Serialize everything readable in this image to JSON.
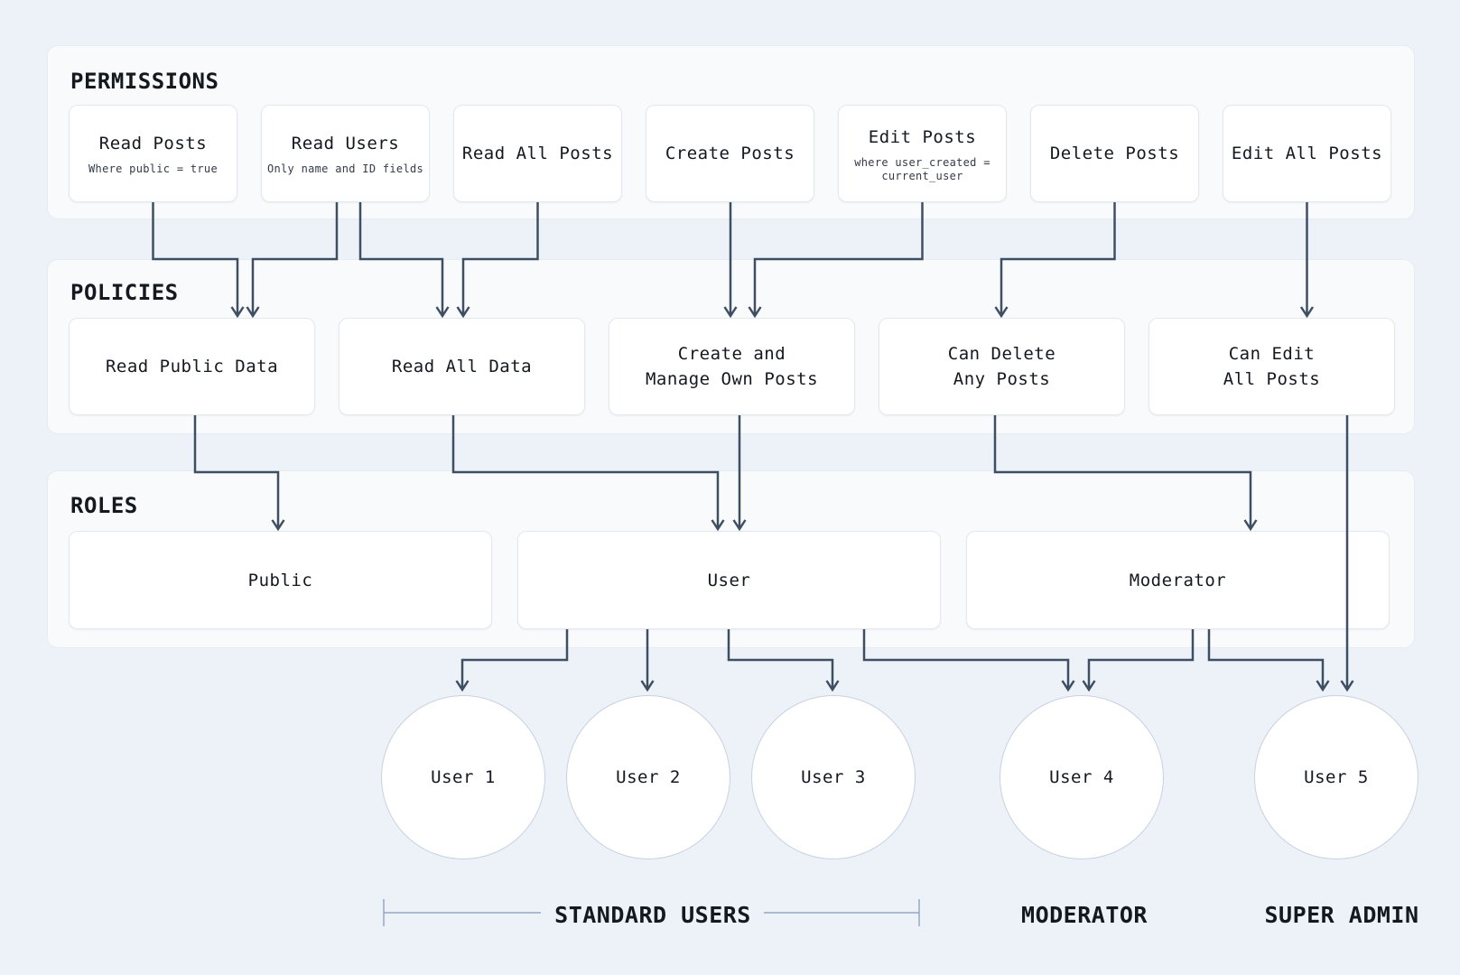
{
  "colors": {
    "background": "#edf2f8",
    "panel": "#f8fafc",
    "panel_border": "#e6ecf3",
    "box": "#ffffff",
    "box_border": "#e3e8f0",
    "circle_border": "#c7d2e2",
    "arrow": "#3f4f63",
    "bracket": "#93a8c4",
    "text": "#14181f",
    "subtext": "#333b47"
  },
  "sections": {
    "permissions": {
      "title": "PERMISSIONS",
      "items": [
        {
          "label": "Read Posts",
          "note": "Where public = true"
        },
        {
          "label": "Read Users",
          "note": "Only name and ID fields"
        },
        {
          "label": "Read All Posts",
          "note": ""
        },
        {
          "label": "Create Posts",
          "note": ""
        },
        {
          "label": "Edit Posts",
          "note": "where user_created =\ncurrent_user"
        },
        {
          "label": "Delete Posts",
          "note": ""
        },
        {
          "label": "Edit All Posts",
          "note": ""
        }
      ]
    },
    "policies": {
      "title": "POLICIES",
      "items": [
        {
          "label": "Read Public Data"
        },
        {
          "label": "Read All Data"
        },
        {
          "label": "Create and\nManage Own Posts"
        },
        {
          "label": "Can Delete\nAny Posts"
        },
        {
          "label": "Can Edit\nAll Posts"
        }
      ]
    },
    "roles": {
      "title": "ROLES",
      "items": [
        {
          "label": "Public"
        },
        {
          "label": "User"
        },
        {
          "label": "Moderator"
        }
      ]
    }
  },
  "users": [
    {
      "label": "User 1"
    },
    {
      "label": "User 2"
    },
    {
      "label": "User 3"
    },
    {
      "label": "User 4"
    },
    {
      "label": "User 5"
    }
  ],
  "groups": [
    {
      "label": "STANDARD USERS"
    },
    {
      "label": "MODERATOR"
    },
    {
      "label": "SUPER ADMIN"
    }
  ],
  "connections": [
    {
      "from": "read-posts",
      "to": "read-public-data"
    },
    {
      "from": "read-users",
      "to": "read-public-data"
    },
    {
      "from": "read-users",
      "to": "read-all-data"
    },
    {
      "from": "read-all-posts",
      "to": "read-all-data"
    },
    {
      "from": "create-posts",
      "to": "create-and-manage-own-posts"
    },
    {
      "from": "edit-posts",
      "to": "create-and-manage-own-posts"
    },
    {
      "from": "delete-posts",
      "to": "can-delete-any-posts"
    },
    {
      "from": "edit-all-posts",
      "to": "can-edit-all-posts"
    },
    {
      "from": "read-public-data",
      "to": "public"
    },
    {
      "from": "read-all-data",
      "to": "user"
    },
    {
      "from": "create-and-manage-own-posts",
      "to": "user"
    },
    {
      "from": "can-delete-any-posts",
      "to": "moderator"
    },
    {
      "from": "can-edit-all-posts",
      "to": "user-5"
    },
    {
      "from": "user",
      "to": "user-1"
    },
    {
      "from": "user",
      "to": "user-2"
    },
    {
      "from": "user",
      "to": "user-3"
    },
    {
      "from": "user",
      "to": "user-4"
    },
    {
      "from": "moderator",
      "to": "user-4"
    },
    {
      "from": "moderator",
      "to": "user-5"
    }
  ]
}
